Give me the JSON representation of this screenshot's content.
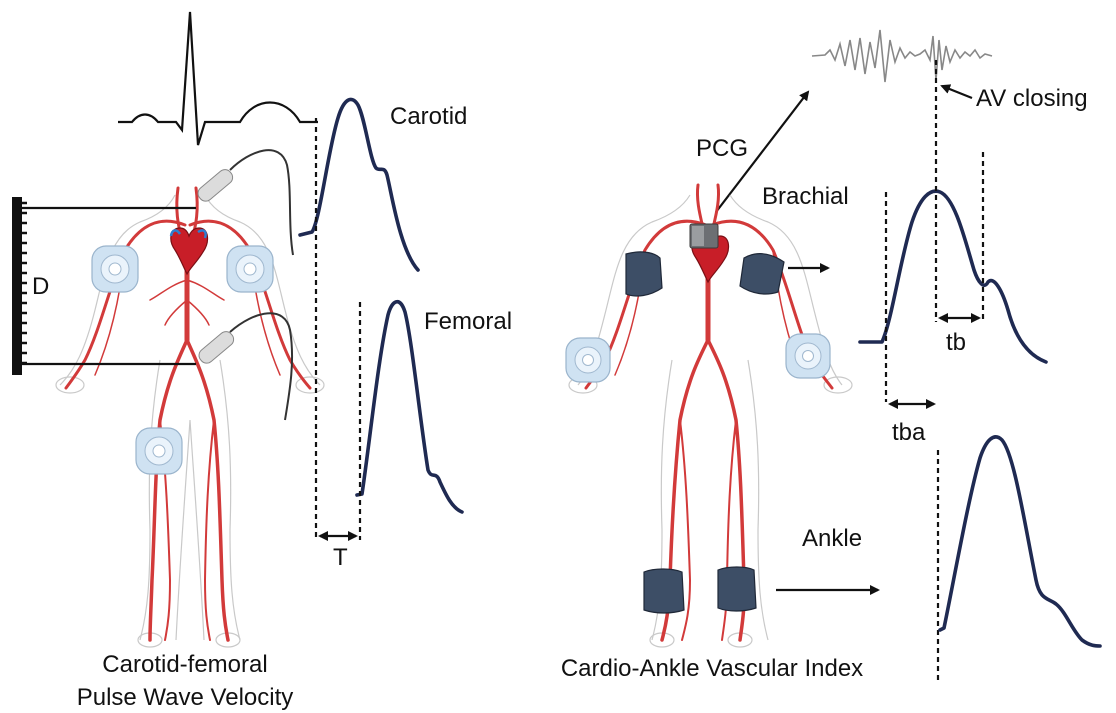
{
  "cfpwv": {
    "labels": {
      "carotid": "Carotid",
      "femoral": "Femoral",
      "distance": "D",
      "transit_time": "T"
    },
    "caption_line1": "Carotid-femoral",
    "caption_line2": "Pulse Wave Velocity"
  },
  "cavi": {
    "labels": {
      "pcg": "PCG",
      "av_closing": "AV closing",
      "brachial": "Brachial",
      "ankle": "Ankle",
      "tb": "tb",
      "tba": "tba"
    },
    "caption": "Cardio-Ankle Vascular Index"
  },
  "colors": {
    "artery": "#d23a3a",
    "pulse_wave": "#1f2a52",
    "cuff": "#3d4e66",
    "sensor": "#b9d3ea",
    "heart": "#c81e28"
  }
}
